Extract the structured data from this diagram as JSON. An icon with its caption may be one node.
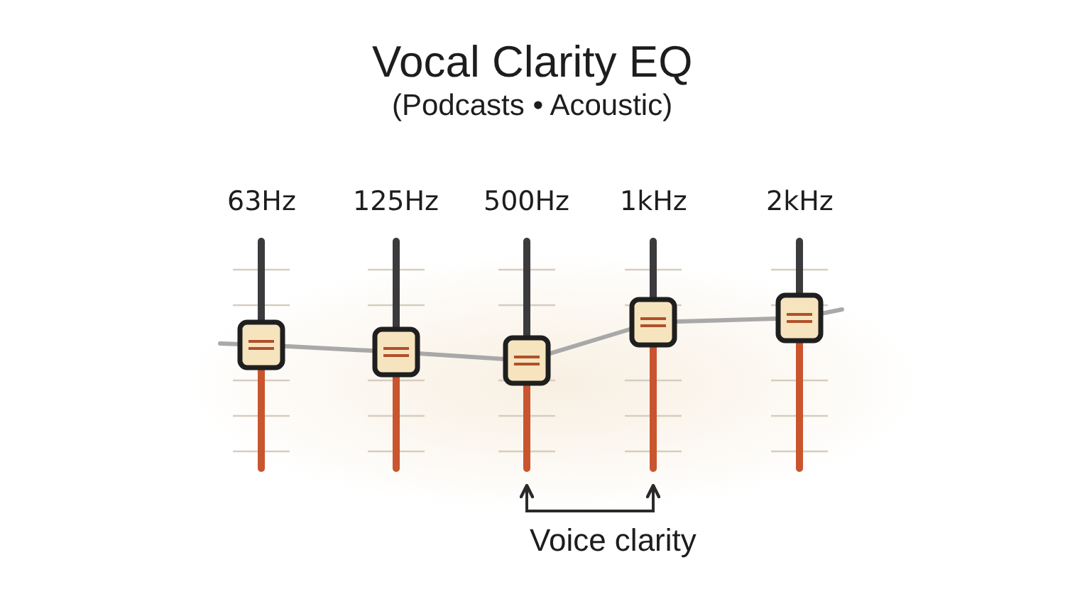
{
  "diagram": {
    "title": "Vocal Clarity EQ",
    "nodes": [
      {
        "text": [],
        "shape": "slider",
        "beside": [
          "63Hz"
        ]
      },
      {
        "text": [],
        "shape": "slider",
        "beside": [
          "125Hz"
        ]
      },
      {
        "text": [],
        "shape": "slider",
        "beside": [
          "500Hz"
        ]
      },
      {
        "text": [],
        "shape": "slider",
        "beside": [
          "1kHz"
        ]
      },
      {
        "text": [],
        "shape": "slider",
        "beside": [
          "2kHz"
        ]
      },
      {
        "text": [
          "Voice clarity"
        ]
      }
    ],
    "edges": [
      {
        "from": 5,
        "to": 2,
        "arrow": "to"
      },
      {
        "from": 5,
        "to": 3,
        "arrow": "to"
      }
    ],
    "labels": [
      "(Podcasts • Acoustic)"
    ]
  }
}
